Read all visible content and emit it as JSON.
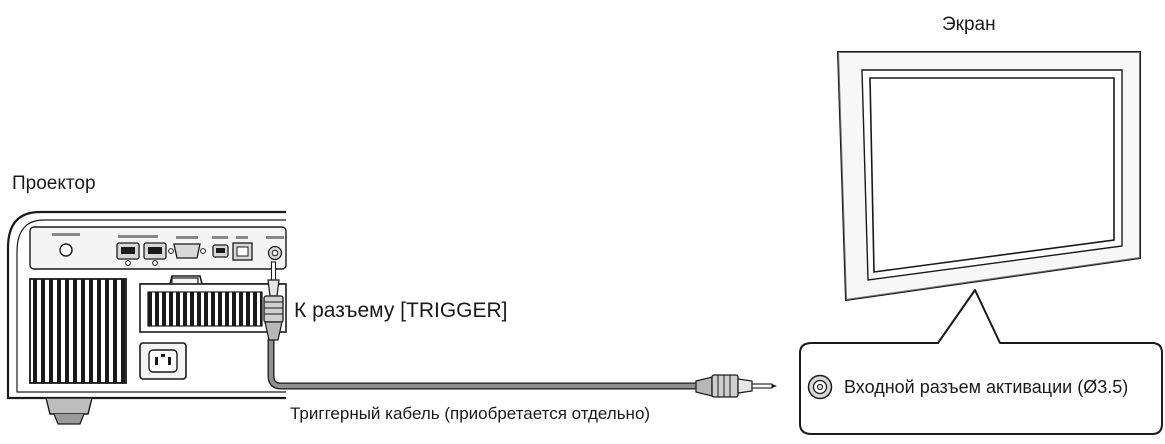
{
  "labels": {
    "projector": "Проектор",
    "screen": "Экран",
    "trigger_port": "К разъему [TRIGGER]",
    "cable": "Триггерный кабель (приобретается отдельно)",
    "input_jack": "Входной разъем активации (Ø3.5)"
  },
  "colors": {
    "outline": "#1a1a1a",
    "cable": "#8f8f8f",
    "panel": "#f4f4f4",
    "port": "#d8d8d8",
    "text": "#1a1a1a"
  },
  "icons": [
    "ir-sensor-icon",
    "hdmi-port-icon",
    "rs232-port-icon",
    "usb-port-icon",
    "lan-port-icon",
    "trigger-jack-icon",
    "power-inlet-icon",
    "plug-icon",
    "input-jack-icon"
  ]
}
